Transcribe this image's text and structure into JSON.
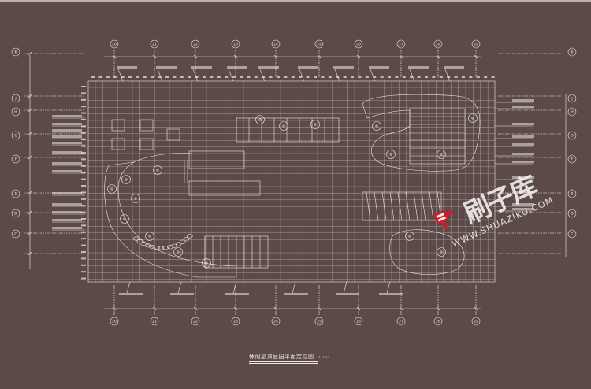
{
  "drawing": {
    "caption_title": "休闲屋顶庭园平面定位图",
    "caption_scale": "1:100"
  },
  "grid_axes": {
    "columns": [
      "20",
      "21",
      "22",
      "23",
      "24",
      "25",
      "26",
      "27",
      "28",
      "29"
    ],
    "rows": [
      "K",
      "J",
      "H",
      "G",
      "F",
      "E",
      "D",
      "C"
    ]
  },
  "watermark": {
    "name": "刷子库",
    "url": "WWW.SHUAZIKU.COM",
    "accent_color": "#c8202a"
  },
  "colors": {
    "background": "#5b4a47",
    "linework": "#efe9e6"
  }
}
